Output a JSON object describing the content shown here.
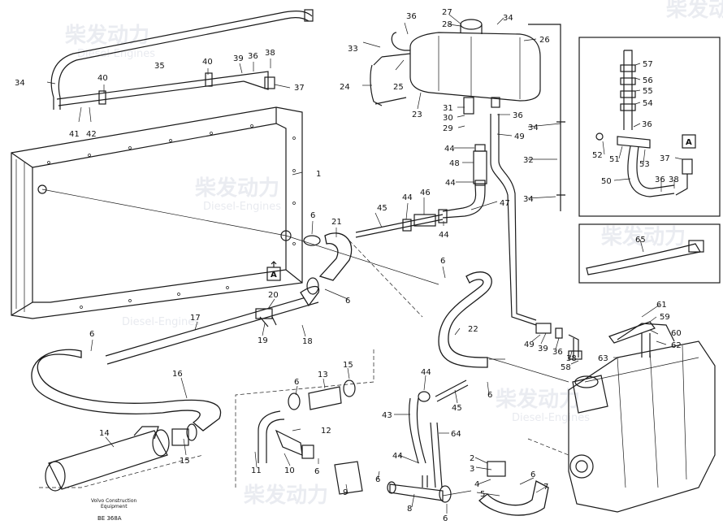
{
  "watermark": {
    "brand_cn": "柴发动力",
    "brand_en": "Diesel-Engines"
  },
  "footer": {
    "company_line1": "Volvo Construction",
    "company_line2": "Equipment",
    "drawing_code": "BE 368A"
  },
  "detail_marks": {
    "main": "A",
    "inset": "A"
  },
  "callouts": [
    {
      "id": "c1",
      "text": "1"
    },
    {
      "id": "c2",
      "text": "2"
    },
    {
      "id": "c3",
      "text": "3"
    },
    {
      "id": "c4",
      "text": "4"
    },
    {
      "id": "c5",
      "text": "5"
    },
    {
      "id": "c6a",
      "text": "6"
    },
    {
      "id": "c6b",
      "text": "6"
    },
    {
      "id": "c6c",
      "text": "6"
    },
    {
      "id": "c6d",
      "text": "6"
    },
    {
      "id": "c6e",
      "text": "6"
    },
    {
      "id": "c6f",
      "text": "6"
    },
    {
      "id": "c6g",
      "text": "6"
    },
    {
      "id": "c6h",
      "text": "6"
    },
    {
      "id": "c6i",
      "text": "6"
    },
    {
      "id": "c6j",
      "text": "6"
    },
    {
      "id": "c7",
      "text": "7"
    },
    {
      "id": "c8",
      "text": "8"
    },
    {
      "id": "c9",
      "text": "9"
    },
    {
      "id": "c10",
      "text": "10"
    },
    {
      "id": "c11",
      "text": "11"
    },
    {
      "id": "c12",
      "text": "12"
    },
    {
      "id": "c13",
      "text": "13"
    },
    {
      "id": "c14",
      "text": "14"
    },
    {
      "id": "c15a",
      "text": "15"
    },
    {
      "id": "c15b",
      "text": "15"
    },
    {
      "id": "c16",
      "text": "16"
    },
    {
      "id": "c17",
      "text": "17"
    },
    {
      "id": "c18",
      "text": "18"
    },
    {
      "id": "c19",
      "text": "19"
    },
    {
      "id": "c20",
      "text": "20"
    },
    {
      "id": "c21",
      "text": "21"
    },
    {
      "id": "c22",
      "text": "22"
    },
    {
      "id": "c23",
      "text": "23"
    },
    {
      "id": "c24",
      "text": "24"
    },
    {
      "id": "c25",
      "text": "25"
    },
    {
      "id": "c26",
      "text": "26"
    },
    {
      "id": "c27",
      "text": "27"
    },
    {
      "id": "c28",
      "text": "28"
    },
    {
      "id": "c29",
      "text": "29"
    },
    {
      "id": "c30",
      "text": "30"
    },
    {
      "id": "c31",
      "text": "31"
    },
    {
      "id": "c32",
      "text": "32"
    },
    {
      "id": "c33",
      "text": "33"
    },
    {
      "id": "c34a",
      "text": "34"
    },
    {
      "id": "c34b",
      "text": "34"
    },
    {
      "id": "c34c",
      "text": "34"
    },
    {
      "id": "c34d",
      "text": "34"
    },
    {
      "id": "c35",
      "text": "35"
    },
    {
      "id": "c36a",
      "text": "36"
    },
    {
      "id": "c36b",
      "text": "36"
    },
    {
      "id": "c36c",
      "text": "36"
    },
    {
      "id": "c36d",
      "text": "36"
    },
    {
      "id": "c36e",
      "text": "36"
    },
    {
      "id": "c36f",
      "text": "36"
    },
    {
      "id": "c37a",
      "text": "37"
    },
    {
      "id": "c37b",
      "text": "37"
    },
    {
      "id": "c38a",
      "text": "38"
    },
    {
      "id": "c38b",
      "text": "38"
    },
    {
      "id": "c38c",
      "text": "38"
    },
    {
      "id": "c39a",
      "text": "39"
    },
    {
      "id": "c39b",
      "text": "39"
    },
    {
      "id": "c40a",
      "text": "40"
    },
    {
      "id": "c40b",
      "text": "40"
    },
    {
      "id": "c41",
      "text": "41"
    },
    {
      "id": "c42",
      "text": "42"
    },
    {
      "id": "c43",
      "text": "43"
    },
    {
      "id": "c44a",
      "text": "44"
    },
    {
      "id": "c44b",
      "text": "44"
    },
    {
      "id": "c44c",
      "text": "44"
    },
    {
      "id": "c44d",
      "text": "44"
    },
    {
      "id": "c44e",
      "text": "44"
    },
    {
      "id": "c44f",
      "text": "44"
    },
    {
      "id": "c45a",
      "text": "45"
    },
    {
      "id": "c45b",
      "text": "45"
    },
    {
      "id": "c46",
      "text": "46"
    },
    {
      "id": "c47",
      "text": "47"
    },
    {
      "id": "c48",
      "text": "48"
    },
    {
      "id": "c49a",
      "text": "49"
    },
    {
      "id": "c49b",
      "text": "49"
    },
    {
      "id": "c50",
      "text": "50"
    },
    {
      "id": "c51",
      "text": "51"
    },
    {
      "id": "c52",
      "text": "52"
    },
    {
      "id": "c53",
      "text": "53"
    },
    {
      "id": "c54",
      "text": "54"
    },
    {
      "id": "c55",
      "text": "55"
    },
    {
      "id": "c56",
      "text": "56"
    },
    {
      "id": "c57",
      "text": "57"
    },
    {
      "id": "c58",
      "text": "58"
    },
    {
      "id": "c59",
      "text": "59"
    },
    {
      "id": "c60",
      "text": "60"
    },
    {
      "id": "c61",
      "text": "61"
    },
    {
      "id": "c62",
      "text": "62"
    },
    {
      "id": "c63",
      "text": "63"
    },
    {
      "id": "c64",
      "text": "64"
    },
    {
      "id": "c65",
      "text": "65"
    }
  ]
}
